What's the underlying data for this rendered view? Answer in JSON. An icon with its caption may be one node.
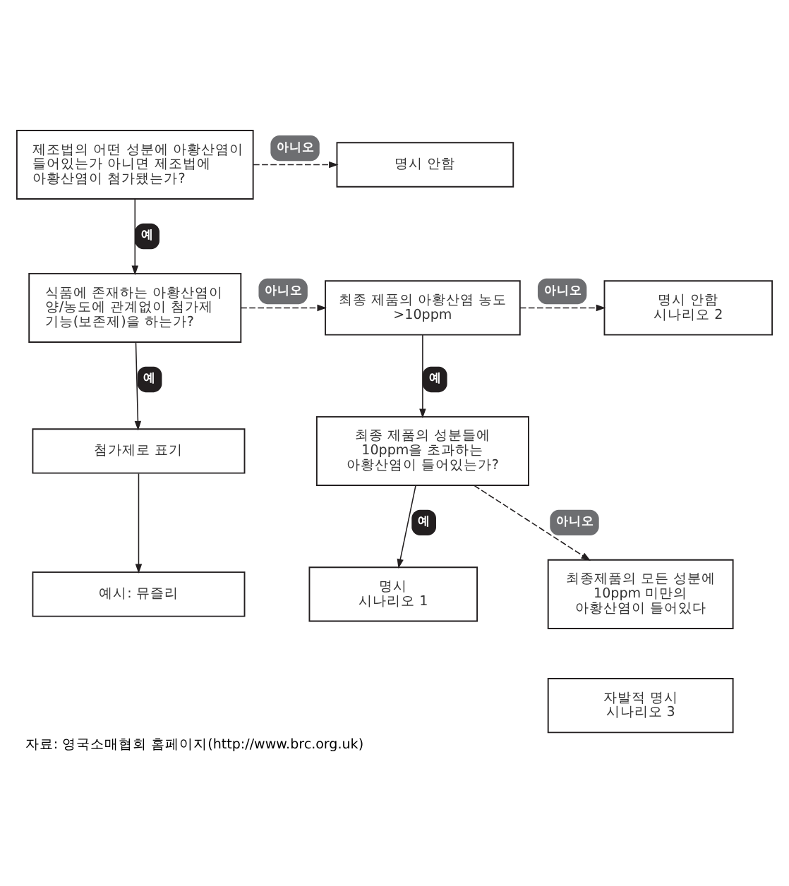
{
  "diagram": {
    "caption": "자료: 영국소매협회 홈페이지(http://www.brc.org.uk)",
    "nodes": [
      {
        "text": [
          "제조법의 어떤 성분에 아황산염이 들어있는가 아니면 제조법에 아황산염이 첨가됐는가?"
        ]
      },
      {
        "text": [
          "명시 안함"
        ]
      },
      {
        "text": [
          "식품에 존재하는 아황산염이 양/농도에 관계없이 첨가제 기능(보존제)을 하는가?"
        ]
      },
      {
        "text": [
          "최종 제품의 아황산염 농도 >10ppm"
        ]
      },
      {
        "text": [
          "명시 안함",
          "시나리오 2"
        ]
      },
      {
        "text": [
          "첨가제로 표기"
        ]
      },
      {
        "text": [
          "예시: 뮤즐리"
        ]
      },
      {
        "text": [
          "최종 제품의 성분들에 10ppm을 초과하는 아황산염이 들어있는가?"
        ]
      },
      {
        "text": [
          "최종제품의 모든 성분에 10ppm 미만의 아황산염이 들어있다"
        ]
      },
      {
        "text": [
          "명시",
          "시나리오 1"
        ]
      },
      {
        "text": [
          "자발적 명시",
          "시나리오 3"
        ]
      }
    ],
    "edges": [
      {
        "from": 0,
        "to": 1,
        "arrow": "to",
        "label": "아니오",
        "style": "dashed"
      },
      {
        "from": 0,
        "to": 2,
        "arrow": "to",
        "label": "예"
      },
      {
        "from": 2,
        "to": 3,
        "arrow": "to",
        "label": "아니오",
        "style": "dashed"
      },
      {
        "from": 3,
        "to": 4,
        "arrow": "to",
        "label": "아니오",
        "style": "dashed"
      },
      {
        "from": 2,
        "to": 5,
        "arrow": "to",
        "label": "예"
      },
      {
        "from": 5,
        "to": 6,
        "arrow": "to"
      },
      {
        "from": 3,
        "to": 7,
        "arrow": "to",
        "label": "예"
      },
      {
        "from": 7,
        "to": 9,
        "arrow": "to",
        "label": "예"
      },
      {
        "from": 7,
        "to": 8,
        "arrow": "to",
        "label": "아니오",
        "style": "dashed"
      }
    ]
  }
}
